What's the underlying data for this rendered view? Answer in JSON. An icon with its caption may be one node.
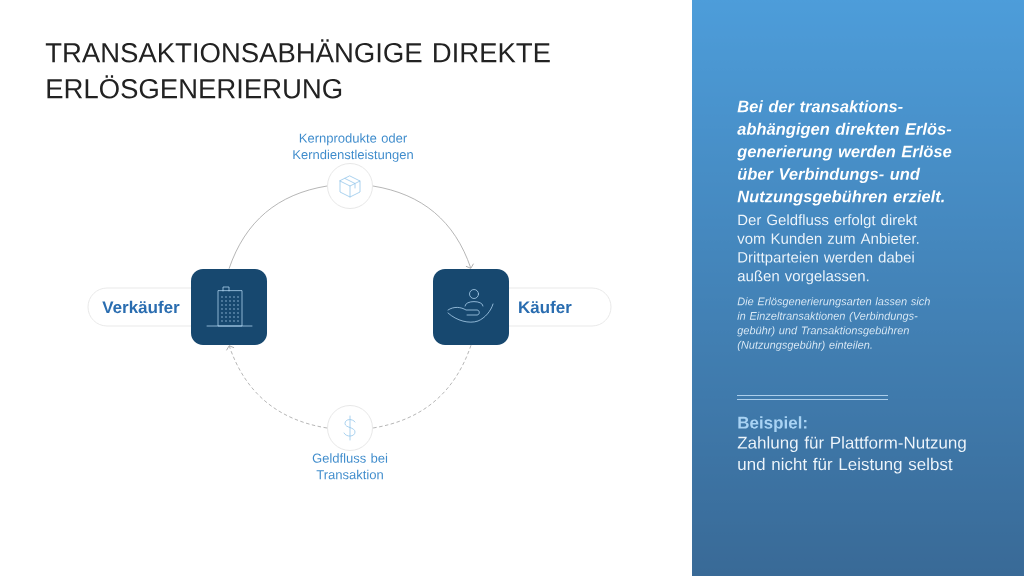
{
  "diagram": {
    "title": "TRANSAKTIONSABHÄNGIGE DIREKTE ERLÖSGENERIERUNG",
    "nodes": [
      {
        "text": [],
        "shape": "circle",
        "beside": [
          "Kernprodukte oder Kerndienstleistungen"
        ]
      },
      {
        "text": [
          "Verkäufer"
        ]
      },
      {
        "text": [],
        "shape": "box"
      },
      {
        "text": [],
        "shape": "box"
      },
      {
        "text": [
          "Käufer"
        ]
      },
      {
        "text": [],
        "shape": "circle",
        "beside": [
          "Geldfluss bei Transaktion"
        ]
      },
      {
        "text": [
          "Bei der transaktions- abhängigen direkten Erlös- generierung werden Erlöse über Verbindungs- und Nutzungsgebühren erzielt.",
          "Der Geldfluss erfolgt direkt vom Kunden zum Anbieter. Drittparteien werden dabei außen vorgelassen.",
          "Die Erlösgenerierungsarten lassen sich in Einzeltransaktionen (Verbindungs- gebühr) und Transaktionsgebühren (Nutzungsgebühr) einteilen.",
          "Beispiel:",
          "Zahlung für Plattform-Nutzung und nicht für Leistung selbst"
        ]
      }
    ],
    "edges": [
      {
        "from": 2,
        "to": 0,
        "arrow": "none"
      },
      {
        "from": 0,
        "to": 3,
        "arrow": "to"
      },
      {
        "from": 3,
        "to": 5,
        "arrow": "none",
        "style": "dashed"
      },
      {
        "from": 5,
        "to": 2,
        "arrow": "to",
        "style": "dashed"
      }
    ]
  }
}
